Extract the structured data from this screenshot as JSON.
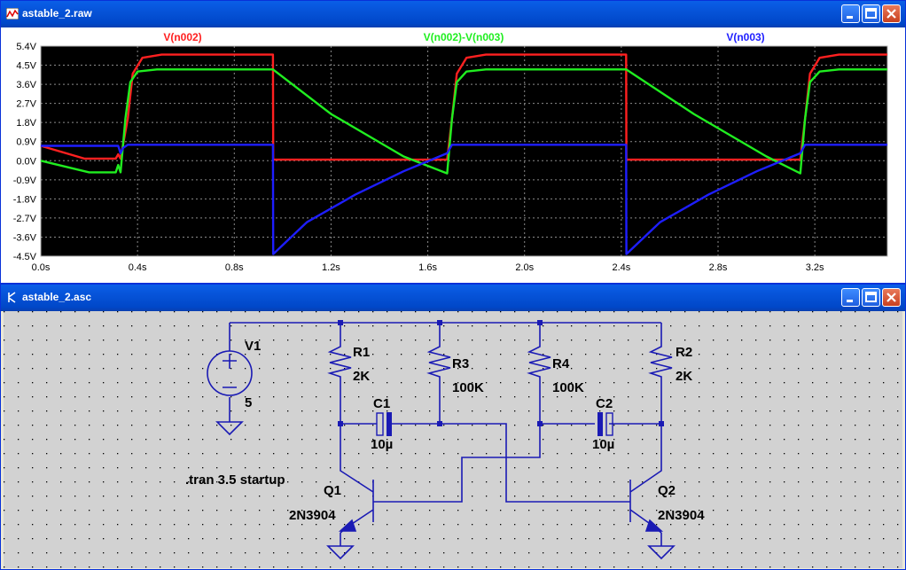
{
  "raw_window": {
    "title": "astable_2.raw",
    "controls": [
      "minimize",
      "maximize",
      "close"
    ]
  },
  "asc_window": {
    "title": "astable_2.asc",
    "controls": [
      "minimize",
      "maximize",
      "close"
    ]
  },
  "chart_data": {
    "type": "line",
    "background": "#000000",
    "grid": true,
    "xlim": [
      0,
      3.5
    ],
    "ylim": [
      -4.5,
      5.4
    ],
    "x_ticks": [
      "0.0s",
      "0.4s",
      "0.8s",
      "1.2s",
      "1.6s",
      "2.0s",
      "2.4s",
      "2.8s",
      "3.2s"
    ],
    "y_ticks": [
      "5.4V",
      "4.5V",
      "3.6V",
      "2.7V",
      "1.8V",
      "0.9V",
      "0.0V",
      "-0.9V",
      "-1.8V",
      "-2.7V",
      "-3.6V",
      "-4.5V"
    ],
    "series": [
      {
        "name": "V(n002)",
        "color": "#ff2020",
        "x": [
          0,
          0.18,
          0.31,
          0.32,
          0.33,
          0.36,
          0.38,
          0.42,
          0.5,
          0.96,
          0.961,
          1.2,
          1.6,
          1.68,
          1.7,
          1.72,
          1.76,
          1.84,
          2.42,
          2.421,
          2.8,
          3.1,
          3.14,
          3.16,
          3.18,
          3.22,
          3.3,
          3.5
        ],
        "y": [
          0.7,
          0.1,
          0.1,
          0.3,
          0.1,
          2.0,
          4.1,
          4.85,
          5.0,
          5.0,
          0.05,
          0.05,
          0.05,
          0.05,
          2.0,
          4.1,
          4.85,
          5.0,
          5.0,
          0.05,
          0.05,
          0.05,
          0.05,
          2.0,
          4.1,
          4.85,
          5.0,
          5.0
        ]
      },
      {
        "name": "V(n002)-V(n003)",
        "color": "#20ee20",
        "x": [
          0,
          0.2,
          0.31,
          0.32,
          0.33,
          0.35,
          0.37,
          0.4,
          0.48,
          0.96,
          1.2,
          1.5,
          1.68,
          1.7,
          1.72,
          1.76,
          1.84,
          2.42,
          2.7,
          3.0,
          3.14,
          3.16,
          3.18,
          3.22,
          3.3,
          3.5
        ],
        "y": [
          0.0,
          -0.55,
          -0.55,
          -0.2,
          -0.55,
          2.0,
          3.7,
          4.2,
          4.3,
          4.3,
          2.2,
          0.2,
          -0.6,
          2.0,
          3.7,
          4.2,
          4.3,
          4.3,
          2.2,
          0.2,
          -0.6,
          2.0,
          3.7,
          4.2,
          4.3,
          4.3
        ]
      },
      {
        "name": "V(n003)",
        "color": "#1e1eff",
        "x": [
          0,
          0.32,
          0.33,
          0.34,
          0.36,
          0.96,
          0.961,
          1.1,
          1.3,
          1.5,
          1.68,
          1.7,
          2.42,
          2.421,
          2.56,
          2.76,
          2.96,
          3.14,
          3.16,
          3.5
        ],
        "y": [
          0.7,
          0.7,
          0.35,
          0.6,
          0.75,
          0.75,
          -4.4,
          -2.9,
          -1.6,
          -0.5,
          0.35,
          0.75,
          0.75,
          -4.4,
          -2.9,
          -1.6,
          -0.5,
          0.35,
          0.75,
          0.75
        ]
      }
    ]
  },
  "schematic": {
    "source": {
      "name": "V1",
      "value": "5"
    },
    "resistors": [
      {
        "name": "R1",
        "value": "2K"
      },
      {
        "name": "R3",
        "value": "100K"
      },
      {
        "name": "R4",
        "value": "100K"
      },
      {
        "name": "R2",
        "value": "2K"
      }
    ],
    "capacitors": [
      {
        "name": "C1",
        "value": "10µ"
      },
      {
        "name": "C2",
        "value": "10µ"
      }
    ],
    "transistors": [
      {
        "name": "Q1",
        "model": "2N3904"
      },
      {
        "name": "Q2",
        "model": "2N3904"
      }
    ],
    "directive": ".tran 3.5 startup",
    "wire_color": "#1a1ab4",
    "label_color": "#000000"
  }
}
